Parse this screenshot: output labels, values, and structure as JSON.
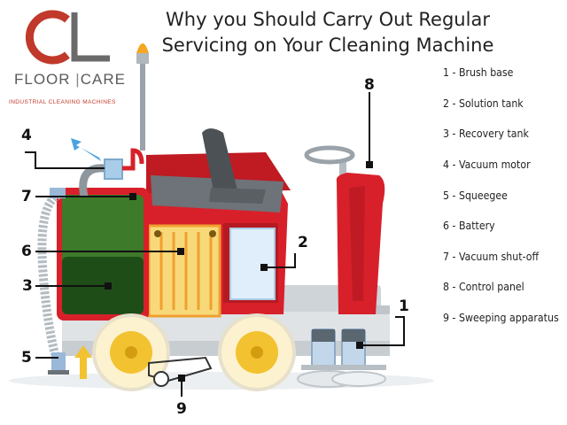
{
  "logo": {
    "initials": "CL",
    "brand_left": "FLOOR",
    "brand_right": "CARE",
    "tagline": "INDUSTRIAL CLEANING MACHINES"
  },
  "title": {
    "line1": "Why you Should Carry Out Regular",
    "line2": "Servicing on Your Cleaning Machine"
  },
  "legend": [
    {
      "label": "1 - Brush base"
    },
    {
      "label": "2 - Solution tank"
    },
    {
      "label": "3 - Recovery tank"
    },
    {
      "label": "4 - Vacuum motor"
    },
    {
      "label": "5 - Squeegee"
    },
    {
      "label": "6 - Battery"
    },
    {
      "label": "7 - Vacuum shut-off"
    },
    {
      "label": "8 - Control panel"
    },
    {
      "label": "9 - Sweeping apparatus"
    }
  ],
  "callouts": {
    "n1": "1",
    "n2": "2",
    "n3": "3",
    "n4": "4",
    "n5": "5",
    "n6": "6",
    "n7": "7",
    "n8": "8",
    "n9": "9"
  },
  "colors": {
    "body_red": "#d8202a",
    "tank_green": "#3d7a2a",
    "wheel_yellow": "#f2c230",
    "battery_orange": "#f0a030",
    "solution_blue": "#dfeefa",
    "arrow_blue": "#4aa3df"
  }
}
